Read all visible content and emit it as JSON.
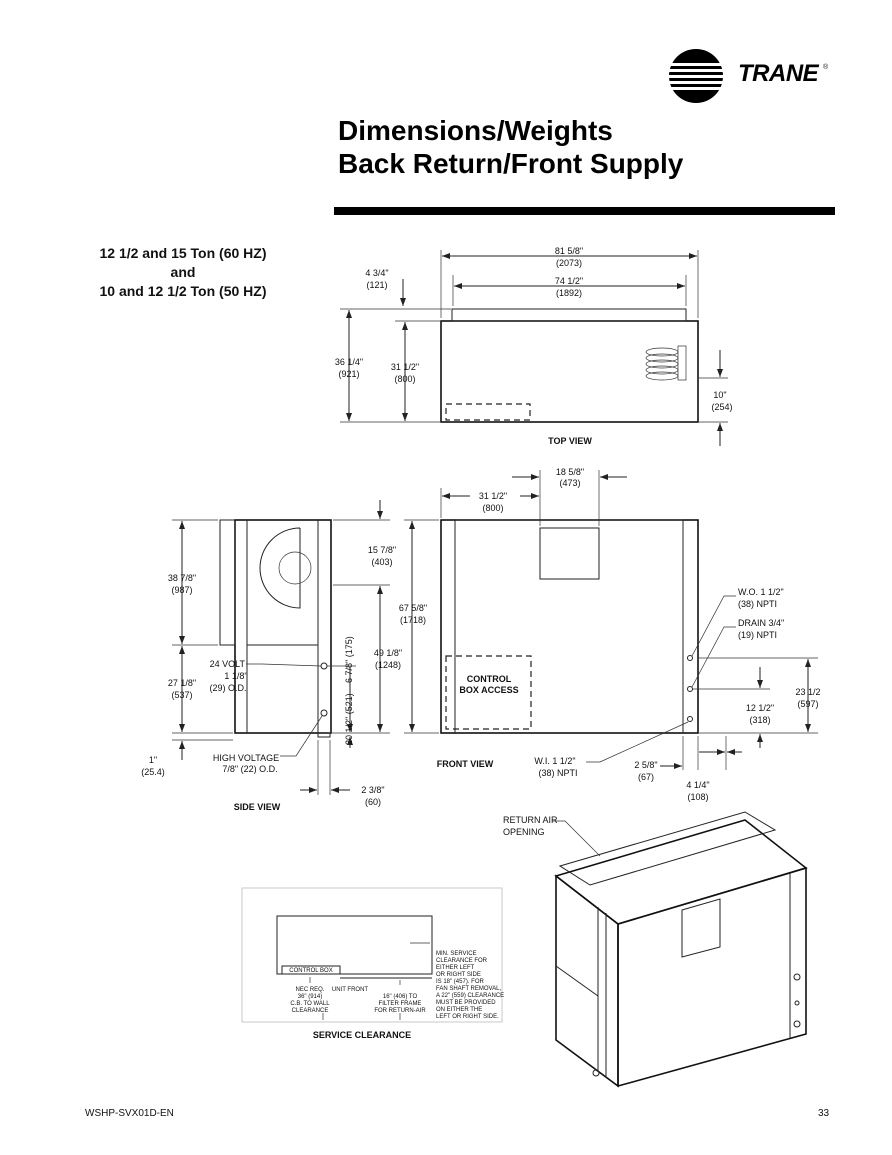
{
  "header": {
    "brand": "TRANE",
    "registered": "®",
    "title_line1": "Dimensions/Weights",
    "title_line2": "Back Return/Front Supply"
  },
  "model": {
    "line1": "12 1/2 and 15 Ton (60 HZ)",
    "line2": "and",
    "line3": "10 and 12 1/2 Ton (50 HZ)"
  },
  "top_view": {
    "label": "TOP VIEW",
    "overall_width": "81 5/8\"",
    "overall_width_mm": "(2073)",
    "inner_width": "74 1/2\"",
    "inner_width_mm": "(1892)",
    "offset": "4 3/4\"",
    "offset_mm": "(121)",
    "depth": "36 1/4\"",
    "depth_mm": "(921)",
    "depth_inner": "31 1/2\"",
    "depth_inner_mm": "(800)",
    "coil_offset": "10\"",
    "coil_offset_mm": "(254)"
  },
  "front_view": {
    "label": "FRONT VIEW",
    "left_offset": "31 1/2\"",
    "left_offset_mm": "(800)",
    "opening_width": "18 5/8\"",
    "opening_width_mm": "(473)",
    "height": "67 5/8\"",
    "height_mm": "(1718)",
    "control_box_line1": "CONTROL",
    "control_box_line2": "BOX ACCESS",
    "wo": "W.O. 1 1/2\"",
    "wo_npt": "(38) NPTI",
    "drain": "DRAIN 3/4\"",
    "drain_npt": "(19) NPTI",
    "wi": "W.I. 1 1/2\"",
    "wi_npt": "(38) NPTI",
    "right_height": "23 1/2",
    "right_height_mm": "(597)",
    "drain_height": "12 1/2\"",
    "drain_height_mm": "(318)",
    "bottom_a": "2 5/8\"",
    "bottom_a_mm": "(67)",
    "bottom_b": "4 1/4\"",
    "bottom_b_mm": "(108)"
  },
  "side_view": {
    "label": "SIDE VIEW",
    "upper_height": "38 7/8\"",
    "upper_height_mm": "(987)",
    "lower_height": "27 1/8\"",
    "lower_height_mm": "(537)",
    "base": "1\"",
    "base_mm": "(25.4)",
    "top_drop": "15 7/8\"",
    "top_drop_mm": "(403)",
    "mid_height": "49 1/8\"",
    "mid_height_mm": "(1248)",
    "vert_a": "6 7/8\" (175)",
    "vert_b": "20 1/2\" (521)",
    "volt_line1": "24 VOLT",
    "volt_line2": "1 1/8\"",
    "volt_line3": "(29) O.D.",
    "hv_line1": "HIGH VOLTAGE",
    "hv_line2": "7/8\" (22) O.D.",
    "depth": "2 3/8\"",
    "depth_mm": "(60)"
  },
  "iso_view": {
    "return_line1": "RETURN AIR",
    "return_line2": "OPENING"
  },
  "service": {
    "label": "SERVICE CLEARANCE",
    "control_box": "CONTROL BOX",
    "nec": [
      "NEC REQ.",
      "36\" (914)",
      "C.B. TO WALL",
      "CLEARANCE"
    ],
    "unit_front": "UNIT FRONT",
    "filter": [
      "16\" (406) TO",
      "FILTER FRAME",
      "FOR RETURN-AIR"
    ],
    "min": [
      "MIN. SERVICE",
      "CLEARANCE FOR",
      "EITHER LEFT",
      "OR RIGHT SIDE",
      "IS 18\" (457). FOR",
      "FAN SHAFT REMOVAL,",
      "A 22\" (559) CLEARANCE",
      "MUST BE PROVIDED",
      "ON EITHER THE",
      "LEFT OR RIGHT SIDE."
    ]
  },
  "footer": {
    "doc_id": "WSHP-SVX01D-EN",
    "page": "33"
  }
}
